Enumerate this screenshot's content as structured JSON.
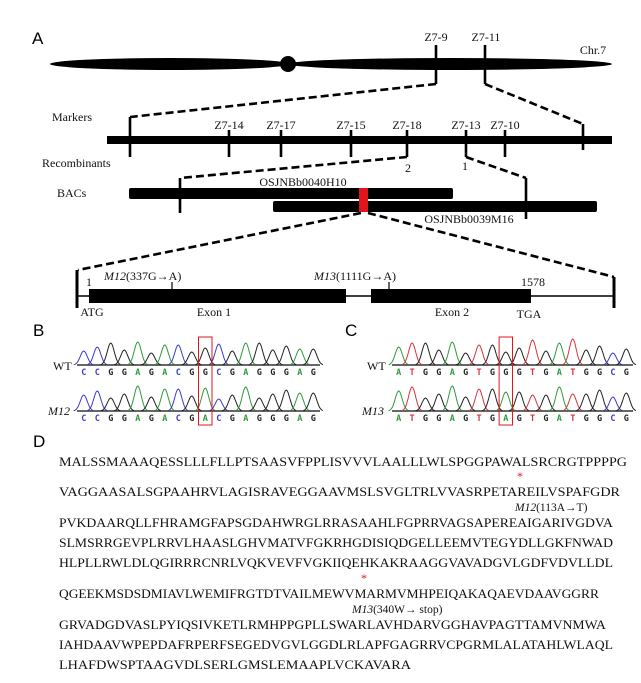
{
  "panel_labels": {
    "a": "A",
    "b": "B",
    "c": "C",
    "d": "D"
  },
  "panel_a": {
    "chromosome_label": "Chr.7",
    "chromosome_markers": [
      "Z7-9",
      "Z7-11"
    ],
    "markers_label": "Markers",
    "recombinants_label": "Recombinants",
    "bacs_label": "BACs",
    "markers": [
      "Z7-14",
      "Z7-17",
      "Z7-15",
      "Z7-18",
      "Z7-13",
      "Z7-10"
    ],
    "recombinant_counts": [
      "2",
      "1"
    ],
    "bac1": "OSJNBb0040H10",
    "bac2": "OSJNBb0039M16",
    "candidate_color": "#e0161c",
    "gene": {
      "start": "1",
      "end": "1578",
      "start_codon": "ATG",
      "stop_codon": "TGA",
      "exon1": "Exon 1",
      "exon2": "Exon 2",
      "m12_name": "M12",
      "m12_change": "(337G→A)",
      "m13_name": "M13",
      "m13_change": "(1111G→A)"
    }
  },
  "panel_b": {
    "wt_label": "WT",
    "mut_label": "M12",
    "wt_seq": "CCGGAGACGGCGAGGGAG",
    "mut_seq": "CCGGAGACGACGAGGGAG",
    "highlight_index": 9
  },
  "panel_c": {
    "wt_label": "WT",
    "mut_label": "M13",
    "wt_seq": "ATGGAGTGGGTGATGGCG",
    "mut_seq": "ATGGAGTGAGTGATGGCG",
    "highlight_index": 8
  },
  "base_colors": {
    "A": "#2e9a3a",
    "C": "#3b3bc8",
    "G": "#222222",
    "T": "#d8353a"
  },
  "panel_d": {
    "lines": [
      "MALSSMAAAQESSLLLFLLPTSAASVFPPLISVVVLAALLLWLSPGGPAWALSRCRGTPPPPG",
      "VAGGAASALSGPAAHRVLAGISRAVEGGAAVMSLSVGLTRLVVASRPETAREILVSPAFGDR",
      "PVKDAARQLLFHRAMGFAPSGDAHWRGLRRASAAHLFGPRRVAGSAPEREAIGARIVGDVA",
      "SLMSRRGEVPLRRVLHAASLGHVMATVFGKRHGDISIQDGELLEEMVTEGYDLLGKFNWAD",
      "HLPLLRWLDLQGIRRRCNRLVQKVEVFVGKIIQEHKAKRAAGGVAVADGVLGDFVDVLLDL",
      "QGEEKMSDSDMIAVLWEMIFRGTDTVAILMEWVMARMVMHPEIQAKAQAEVDAAVGGRR",
      "GRVADGDVASLPYIQSIVKETLRMHPPGPLLSWARLAVHDARVGGHAVPAGTTAMVNMWA",
      "IAHDAAVWPEPDAFRPERFSEGEDVGVLGGDLRLAPFGAGRRVCPGRMLALATAHLWLAQL",
      "LHAFDWSPTAAGVDLSERLGMSLEMAAPLVCKAVARA"
    ],
    "asterisk": "*",
    "m12_name": "M12",
    "m12_change": "(113A→T)",
    "m13_name": "M13",
    "m13_change": "(340W→ stop)"
  }
}
